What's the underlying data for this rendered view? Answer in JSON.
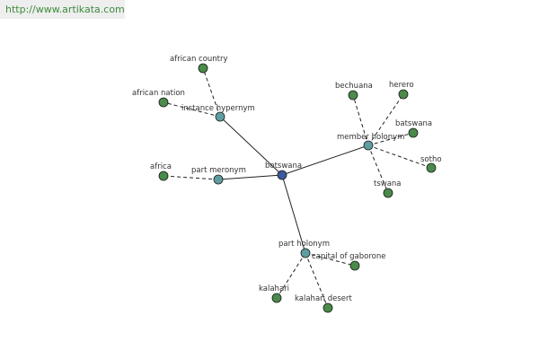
{
  "header": {
    "url": "http://www.artikata.com"
  },
  "graph": {
    "colors": {
      "center": "#3a5a9c",
      "relation": "#5f9ea0",
      "leaf": "#4a8a4a",
      "edge": "#222222"
    },
    "nodes": [
      {
        "id": "botswana",
        "label": "botswana",
        "kind": "center"
      },
      {
        "id": "instance-hypernym",
        "label": "instance hypernym",
        "kind": "relation"
      },
      {
        "id": "member-holonym",
        "label": "member holonym",
        "kind": "relation"
      },
      {
        "id": "part-meronym",
        "label": "part meronym",
        "kind": "relation"
      },
      {
        "id": "part-holonym",
        "label": "part holonym",
        "kind": "relation"
      },
      {
        "id": "african-country",
        "label": "african country",
        "kind": "leaf"
      },
      {
        "id": "african-nation",
        "label": "african nation",
        "kind": "leaf"
      },
      {
        "id": "bechuana",
        "label": "bechuana",
        "kind": "leaf"
      },
      {
        "id": "herero",
        "label": "herero",
        "kind": "leaf"
      },
      {
        "id": "batswana",
        "label": "batswana",
        "kind": "leaf"
      },
      {
        "id": "sotho",
        "label": "sotho",
        "kind": "leaf"
      },
      {
        "id": "tswana",
        "label": "tswana",
        "kind": "leaf"
      },
      {
        "id": "africa",
        "label": "africa",
        "kind": "leaf"
      },
      {
        "id": "capital-of-gaborone",
        "label": "capital of gaborone",
        "kind": "leaf"
      },
      {
        "id": "kalahari",
        "label": "kalahari",
        "kind": "leaf"
      },
      {
        "id": "kalahari-desert",
        "label": "kalahari desert",
        "kind": "leaf"
      }
    ],
    "edges": [
      {
        "from": "botswana",
        "to": "instance-hypernym",
        "style": "solid"
      },
      {
        "from": "botswana",
        "to": "member-holonym",
        "style": "solid"
      },
      {
        "from": "botswana",
        "to": "part-meronym",
        "style": "solid"
      },
      {
        "from": "botswana",
        "to": "part-holonym",
        "style": "solid"
      },
      {
        "from": "instance-hypernym",
        "to": "african-country",
        "style": "dashed"
      },
      {
        "from": "instance-hypernym",
        "to": "african-nation",
        "style": "dashed"
      },
      {
        "from": "member-holonym",
        "to": "bechuana",
        "style": "dashed"
      },
      {
        "from": "member-holonym",
        "to": "herero",
        "style": "dashed"
      },
      {
        "from": "member-holonym",
        "to": "batswana",
        "style": "dashed"
      },
      {
        "from": "member-holonym",
        "to": "sotho",
        "style": "dashed"
      },
      {
        "from": "member-holonym",
        "to": "tswana",
        "style": "dashed"
      },
      {
        "from": "part-meronym",
        "to": "africa",
        "style": "dashed"
      },
      {
        "from": "part-holonym",
        "to": "capital-of-gaborone",
        "style": "dashed"
      },
      {
        "from": "part-holonym",
        "to": "kalahari",
        "style": "dashed"
      },
      {
        "from": "part-holonym",
        "to": "kalahari-desert",
        "style": "dashed"
      }
    ]
  }
}
